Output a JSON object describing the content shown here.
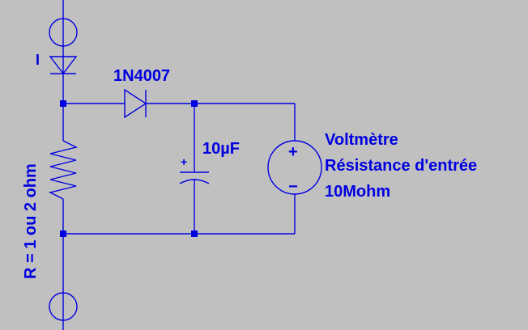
{
  "colors": {
    "background": "#c0c0c0",
    "wire": "#0000e0",
    "text": "#0000e0"
  },
  "labels": {
    "current_source": "I",
    "diode": "1N4007",
    "capacitor": "10µF",
    "resistor": "R = 1 ou 2 ohm",
    "voltmeter_line1": "Voltmètre",
    "voltmeter_line2": "Résistance d'entrée",
    "voltmeter_line3": "10Mohm"
  },
  "symbols": {
    "voltmeter_plus": "+",
    "voltmeter_minus": "−",
    "capacitor_plus": "+"
  }
}
